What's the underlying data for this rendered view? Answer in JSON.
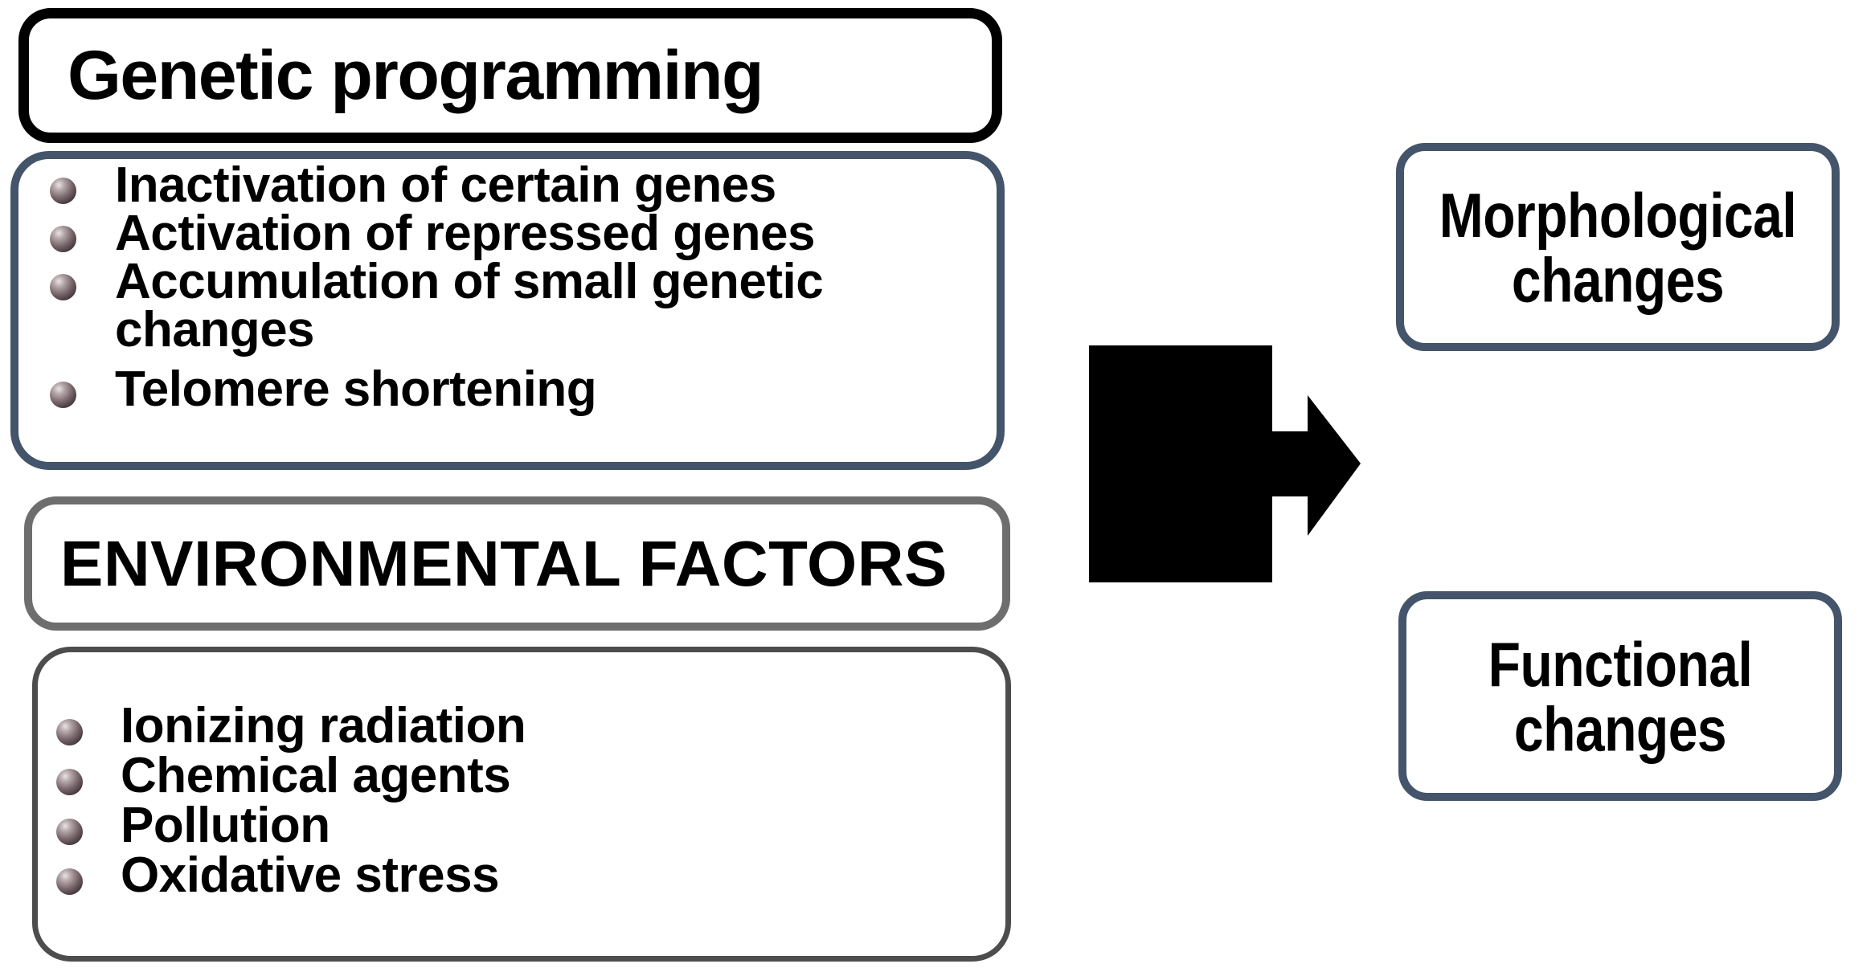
{
  "colors": {
    "background": "#ffffff",
    "black_border": "#000000",
    "slate_border": "#44546a",
    "gray_border": "#6e6e6e",
    "dark_gray_border": "#4d4d4d",
    "arrow_fill": "#000000",
    "text": "#000000",
    "bullet_sphere_light": "#eae4e4",
    "bullet_sphere_dark": "#272026"
  },
  "icons": {
    "bullet": "sphere-bullet-icon",
    "arrow": "arrow-right-icon"
  },
  "genetic": {
    "title": "Genetic programming",
    "bullets": [
      "Inactivation of certain genes",
      "Activation of repressed genes",
      "Accumulation of small genetic changes",
      "Telomere shortening"
    ]
  },
  "environmental": {
    "title": "ENVIRONMENTAL FACTORS",
    "bullets": [
      "Ionizing radiation",
      "Chemical agents",
      "Pollution",
      "Oxidative stress"
    ]
  },
  "outcomes": {
    "morphological": "Morphological changes",
    "functional": "Functional changes"
  }
}
